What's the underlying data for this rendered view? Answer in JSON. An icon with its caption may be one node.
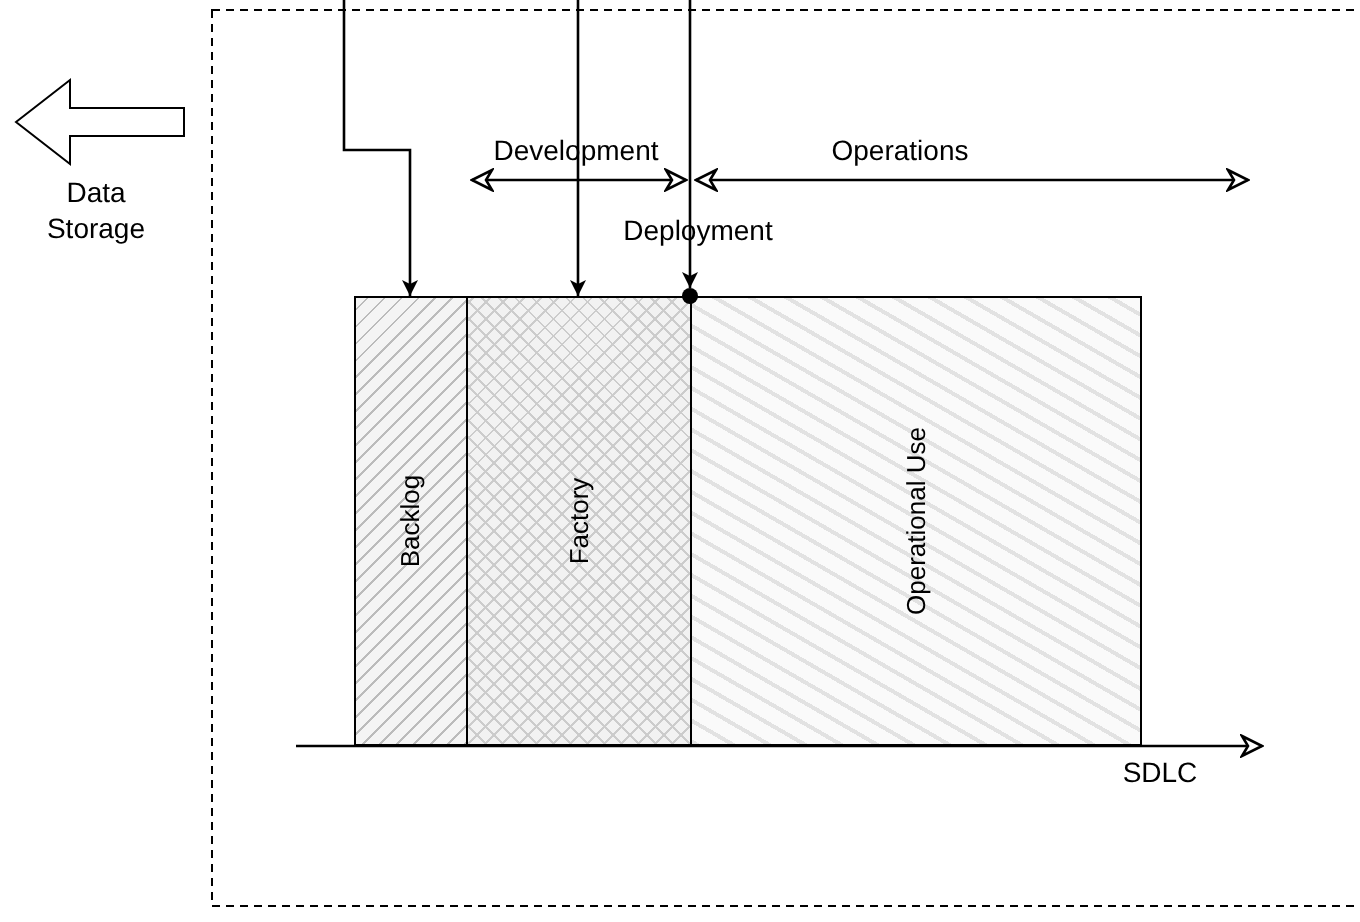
{
  "diagram": {
    "nodes": [
      {
        "text": [
          "Backlog"
        ]
      },
      {
        "text": [
          "Factory"
        ]
      },
      {
        "text": [
          "Operational Use"
        ]
      },
      {
        "text": [],
        "shape": "circle",
        "beside": [
          "Deployment"
        ]
      }
    ],
    "edges": [
      {
        "from": null,
        "to": 0,
        "arrow": "to"
      },
      {
        "from": null,
        "to": 1,
        "arrow": "to"
      },
      {
        "from": null,
        "to": 3,
        "arrow": "to"
      }
    ],
    "labels": [
      "Development",
      "Operations",
      "Data Storage",
      "SDLC"
    ]
  }
}
